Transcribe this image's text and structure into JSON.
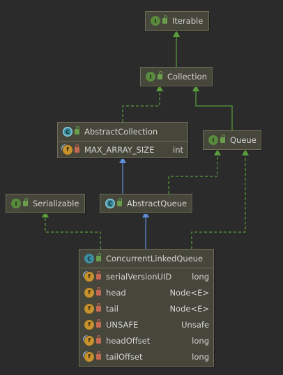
{
  "colors": {
    "background": "#2b2b2b",
    "node_fill": "#46463a",
    "node_border": "#6e6e5a",
    "implements_edge": "#5a9e3c",
    "extends_edge": "#5b8fd6"
  },
  "nodes": {
    "iterable": {
      "kind": "interface",
      "icon_letter": "I",
      "name": "Iterable"
    },
    "collection": {
      "kind": "interface",
      "icon_letter": "I",
      "name": "Collection"
    },
    "abstract_collection": {
      "kind": "abstract-class",
      "icon_letter": "C",
      "name": "AbstractCollection",
      "fields": [
        {
          "icon_letter": "f",
          "name": "MAX_ARRAY_SIZE",
          "type": "int"
        }
      ]
    },
    "queue": {
      "kind": "interface",
      "icon_letter": "I",
      "name": "Queue"
    },
    "serializable": {
      "kind": "interface",
      "icon_letter": "I",
      "name": "Serializable"
    },
    "abstract_queue": {
      "kind": "abstract-class",
      "icon_letter": "C",
      "name": "AbstractQueue"
    },
    "concurrent_linked_queue": {
      "kind": "class",
      "icon_letter": "C",
      "name": "ConcurrentLinkedQueue",
      "fields": [
        {
          "icon_letter": "f",
          "name": "serialVersionUID",
          "type": "long"
        },
        {
          "icon_letter": "f",
          "name": "head",
          "type": "Node<E>"
        },
        {
          "icon_letter": "f",
          "name": "tail",
          "type": "Node<E>"
        },
        {
          "icon_letter": "f",
          "name": "UNSAFE",
          "type": "Unsafe"
        },
        {
          "icon_letter": "f",
          "name": "headOffset",
          "type": "long"
        },
        {
          "icon_letter": "f",
          "name": "tailOffset",
          "type": "long"
        }
      ]
    }
  }
}
